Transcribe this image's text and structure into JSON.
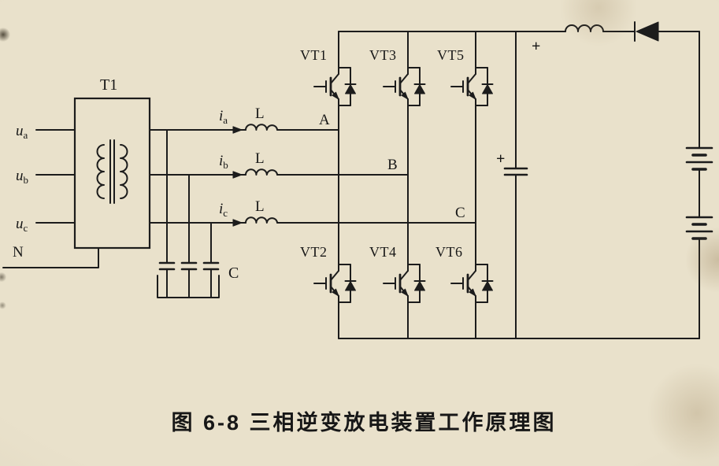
{
  "page": {
    "paper_color": "#e9e1cb",
    "ink_color": "#1c1c1c",
    "caption": "图 6-8 三相逆变放电装置工作原理图"
  },
  "source": {
    "phase_a": {
      "base": "u",
      "sub": "a"
    },
    "phase_b": {
      "base": "u",
      "sub": "b"
    },
    "phase_c": {
      "base": "u",
      "sub": "c"
    },
    "neutral": "N"
  },
  "transformer": {
    "label": "T1"
  },
  "currents": {
    "ia": {
      "base": "i",
      "sub": "a"
    },
    "ib": {
      "base": "i",
      "sub": "b"
    },
    "ic": {
      "base": "i",
      "sub": "c"
    }
  },
  "inductors": {
    "phase_a": "L",
    "phase_b": "L",
    "phase_c": "L"
  },
  "filter_capacitors": {
    "label": "C"
  },
  "nodes": {
    "a": "A",
    "b": "B",
    "c": "C"
  },
  "bridge": {
    "vt1": "VT1",
    "vt2": "VT2",
    "vt3": "VT3",
    "vt4": "VT4",
    "vt5": "VT5",
    "vt6": "VT6"
  },
  "dc_link": {
    "bus_polarity": "+",
    "capacitor_polarity": "+"
  }
}
